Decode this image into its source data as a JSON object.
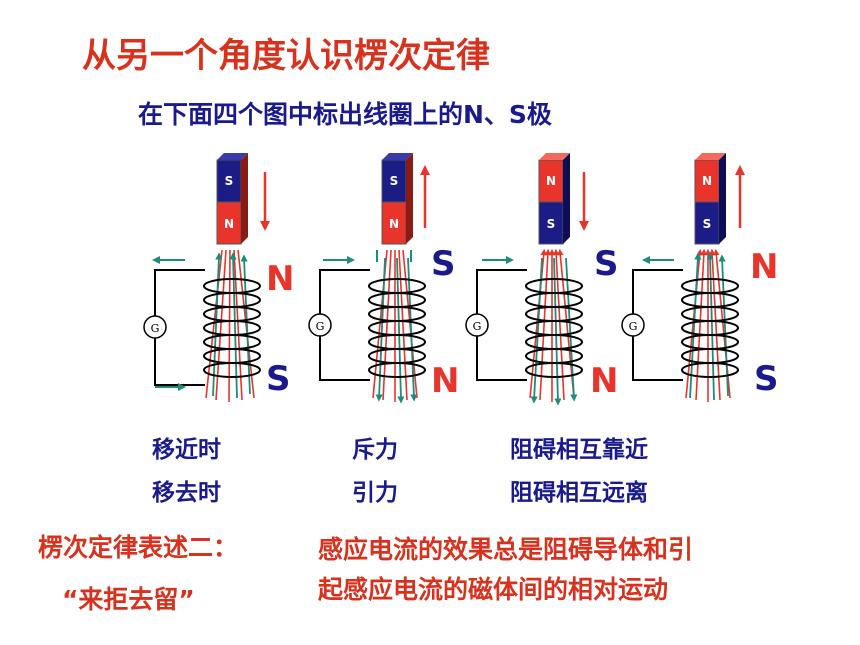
{
  "header": {
    "title": "从另一个角度认识楞次定律",
    "subtitle": "在下面四个图中标出线圈上的N、S极"
  },
  "colors": {
    "title": "#d8321e",
    "subtitle": "#1a1a8c",
    "magnet_red": "#e8342a",
    "magnet_blue": "#1c1c86",
    "field_green": "#1c8c7c"
  },
  "panels": [
    {
      "magnet_top": "S",
      "magnet_bottom": "N",
      "coil_top_pole": "N",
      "coil_bottom_pole": "S",
      "galvanometer": "G"
    },
    {
      "magnet_top": "S",
      "magnet_bottom": "N",
      "coil_top_pole": "S",
      "coil_bottom_pole": "N",
      "galvanometer": "G"
    },
    {
      "magnet_top": "N",
      "magnet_bottom": "S",
      "coil_top_pole": "S",
      "coil_bottom_pole": "N",
      "galvanometer": "G"
    },
    {
      "magnet_top": "N",
      "magnet_bottom": "S",
      "coil_top_pole": "N",
      "coil_bottom_pole": "S",
      "galvanometer": "G"
    }
  ],
  "labels": {
    "approach": "移近时",
    "leave": "移去时",
    "repel": "斥力",
    "attract": "引力",
    "hinder_approach": "阻碍相互靠近",
    "hinder_leave": "阻碍相互远离"
  },
  "law": {
    "title": "楞次定律表述二：",
    "motto": "“来拒去留”",
    "line1": "感应电流的效果总是阻碍导体和引",
    "line2": "起感应电流的磁体间的相对运动"
  }
}
